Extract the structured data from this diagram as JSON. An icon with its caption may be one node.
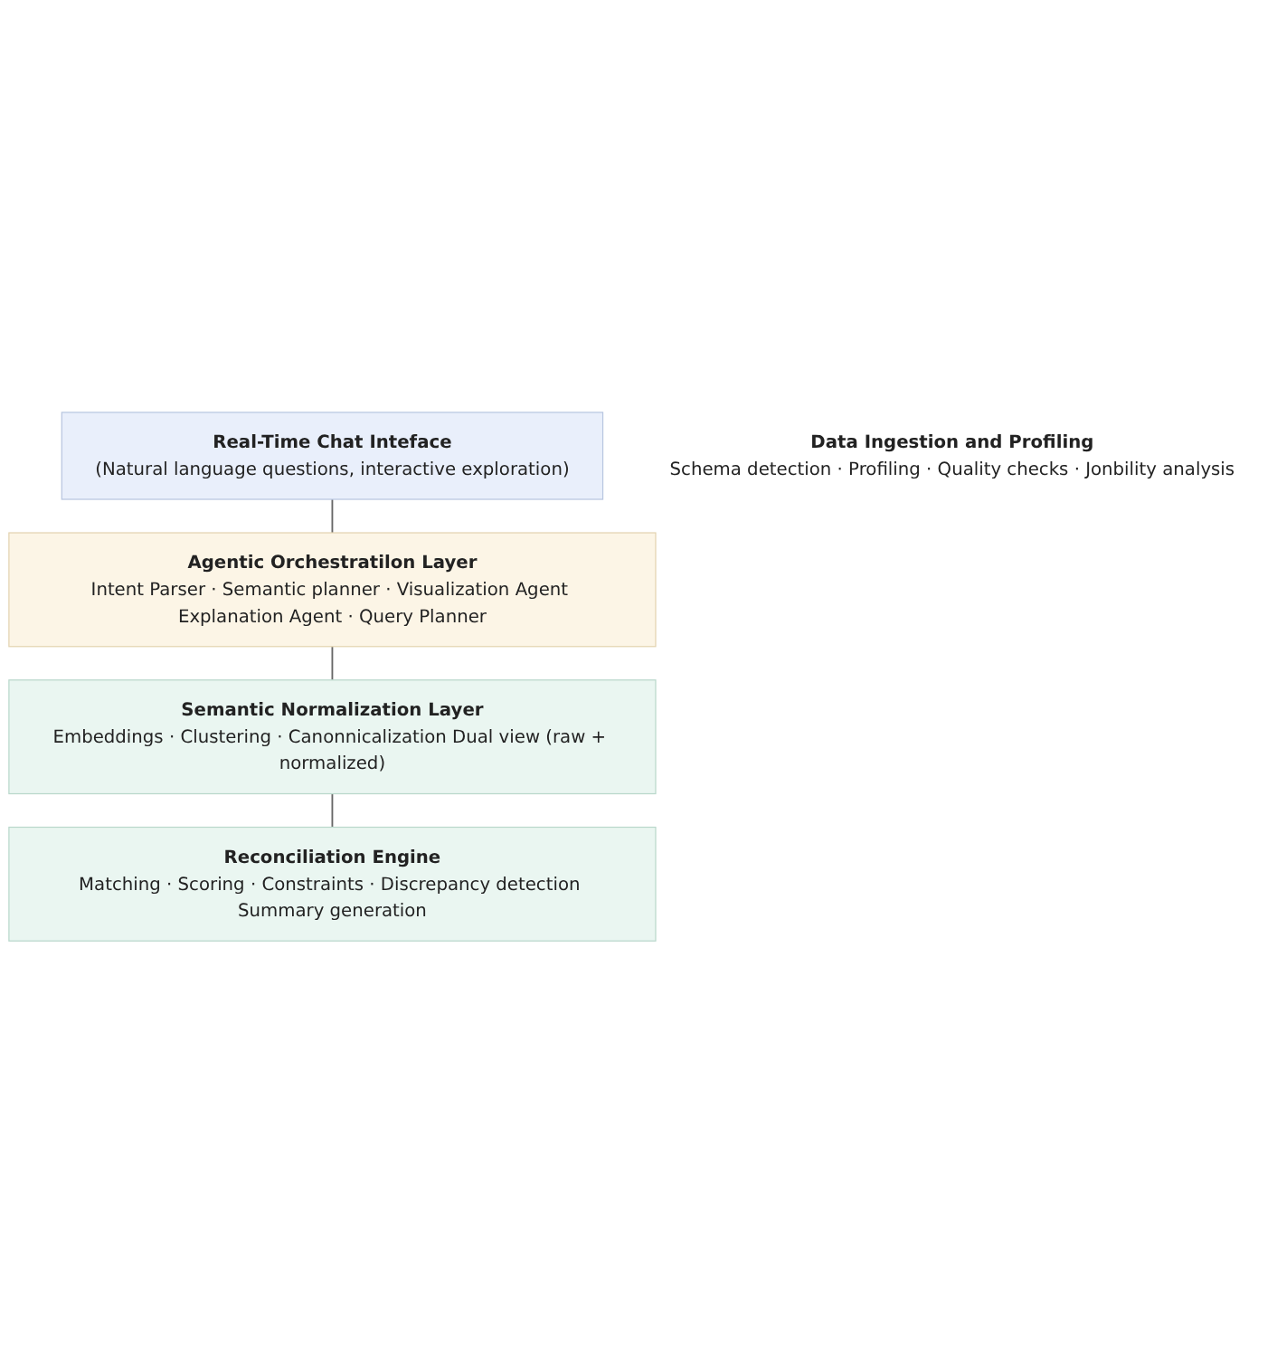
{
  "diagram": {
    "nodes": [
      {
        "text": [
          "Real-Time Chat Inteface",
          "(Natural language questions, interactive exploration)"
        ]
      },
      {
        "text": [
          "Agentic Orchestratilon Layer",
          "Intent Parser · Semantic planner · Visualization Agent Explanation Agent · Query Planner"
        ]
      },
      {
        "text": [
          "Semantic Normalization Layer",
          "Embeddings · Clustering · Canonnicalization Dual view (raw + normalized)"
        ]
      },
      {
        "text": [
          "Reconciliation Engine",
          "Matching · Scoring · Constraints · Discrepancy detection Summary generation"
        ]
      },
      {
        "text": [
          "Data Ingestion and Profiling",
          "Schema detection · Profiling · Quality checks · Jonbility analysis"
        ]
      }
    ],
    "edges": [
      {
        "from": 0,
        "to": 1,
        "arrow": "none"
      },
      {
        "from": 1,
        "to": 2,
        "arrow": "none"
      },
      {
        "from": 2,
        "to": 3,
        "arrow": "none"
      }
    ]
  }
}
